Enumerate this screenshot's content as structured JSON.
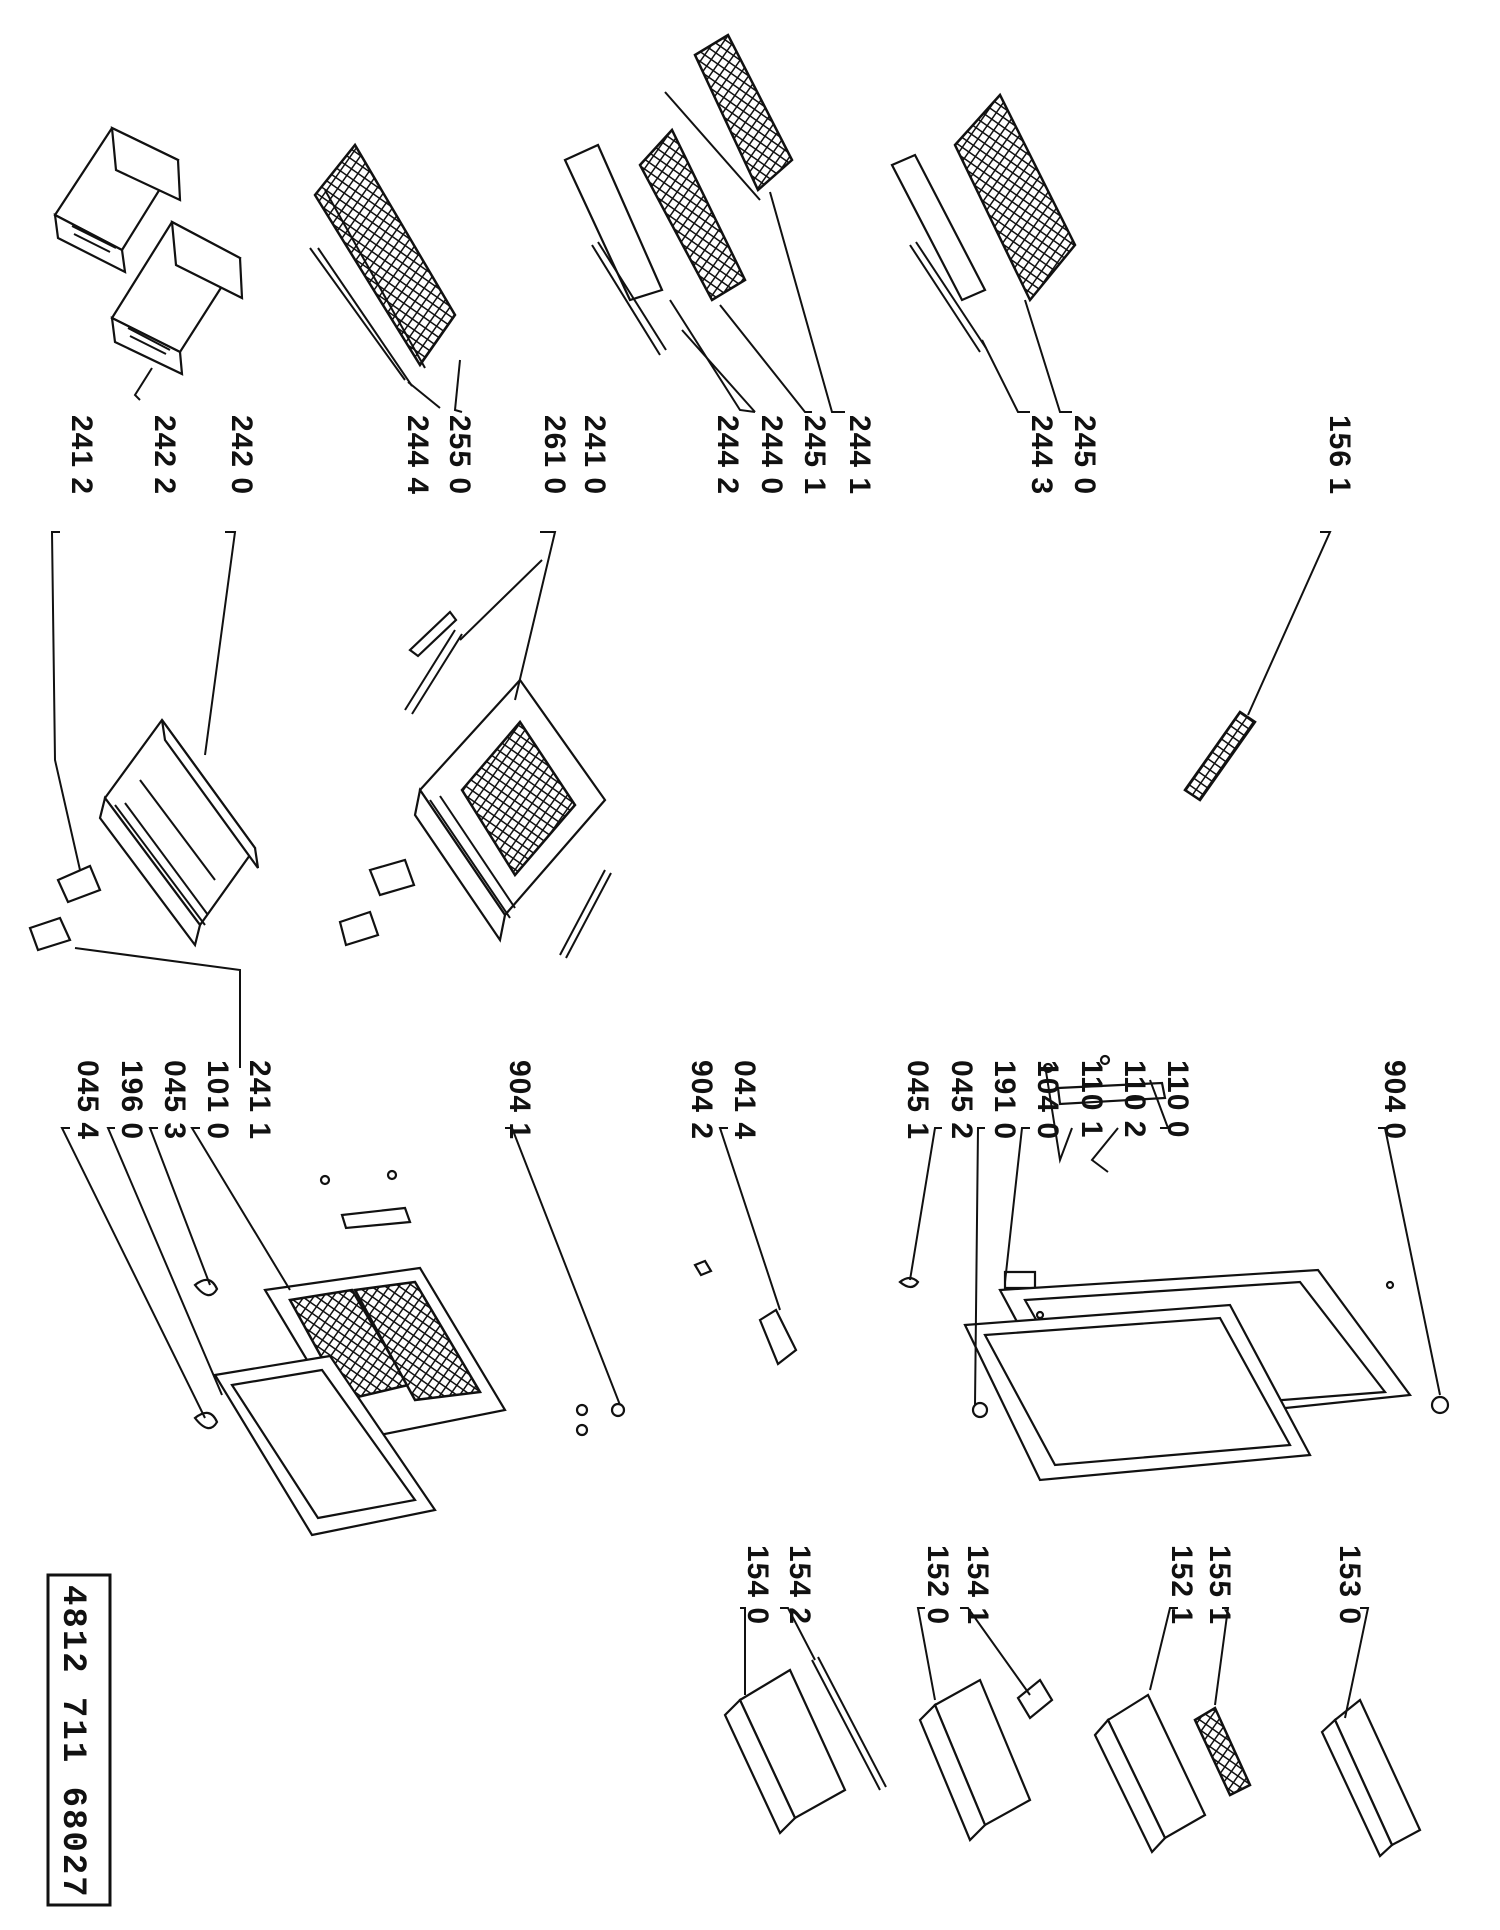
{
  "document_code": "4812  711  68027",
  "labels": {
    "p1530": "153 0",
    "p1551": "155 1",
    "p1521": "152 1",
    "p1541": "154 1",
    "p1520": "152 0",
    "p1542": "154 2",
    "p1540": "154 0",
    "p9040": "904 0",
    "p1100": "110 0",
    "p1102": "110 2",
    "p1101": "110 1",
    "p1040": "104 0",
    "p1910": "191 0",
    "p0452": "045 2",
    "p0451": "045 1",
    "p0414": "041 4",
    "p9042": "904 2",
    "p9041": "904 1",
    "p2411": "241 1",
    "p1010": "101 0",
    "p0453": "045 3",
    "p1960": "196 0",
    "p0454": "045 4",
    "p1561": "156 1",
    "p2450": "245 0",
    "p2443": "244 3",
    "p2441": "244 1",
    "p2451": "245 1",
    "p2440": "244 0",
    "p2442": "244 2",
    "p2410": "241 0",
    "p2610": "261 0",
    "p2550": "255 0",
    "p2444": "244 4",
    "p2420": "242 0",
    "p2422": "242 2",
    "p2412": "241 2"
  }
}
